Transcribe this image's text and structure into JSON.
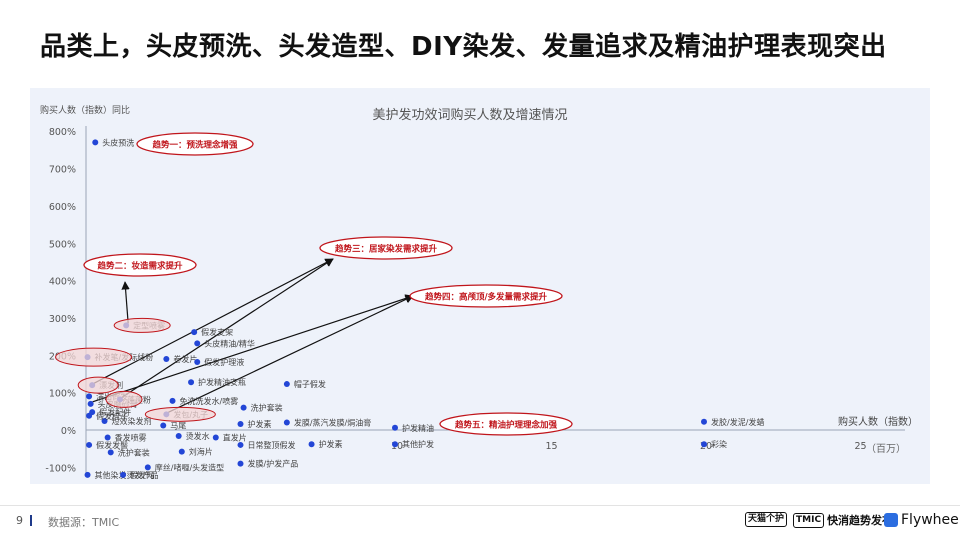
{
  "page": {
    "title": "品类上，头皮预洗、头发造型、DIY染发、发量追求及精油护理表现突出",
    "page_number": "9",
    "source": "数据源：TMIC",
    "logos": [
      "天猫个护",
      "TMIC",
      "快消趋势发布",
      "Flywheel"
    ]
  },
  "chart_data": {
    "type": "scatter",
    "title": "美护发功效词购买人数及增速情况",
    "ylabel": "购买人数（指数）同比",
    "xlabel": "购买人数（指数）",
    "x_unit": "（百万）",
    "x_ticks": [
      10,
      15,
      20,
      25
    ],
    "y_ticks": [
      "800%",
      "700%",
      "600%",
      "500%",
      "400%",
      "300%",
      "200%",
      "100%",
      "0%",
      "-100%"
    ],
    "xlim": [
      0,
      25
    ],
    "ylim": [
      -100,
      800
    ],
    "point_color": "#2346d6",
    "points": [
      {
        "label": "头皮预洗",
        "x": 0.3,
        "y": 770
      },
      {
        "label": "定型喷雾",
        "x": 1.3,
        "y": 280
      },
      {
        "label": "假发支架",
        "x": 3.5,
        "y": 262
      },
      {
        "label": "头皮精油/精华",
        "x": 3.6,
        "y": 232
      },
      {
        "label": "卷发片",
        "x": 2.6,
        "y": 190
      },
      {
        "label": "假发护理液",
        "x": 3.6,
        "y": 182
      },
      {
        "label": "补发笔/发际线粉",
        "x": 0.05,
        "y": 195
      },
      {
        "label": "护发精油安瓶",
        "x": 3.4,
        "y": 128
      },
      {
        "label": "帽子假发",
        "x": 6.5,
        "y": 123
      },
      {
        "label": "漂发剂",
        "x": 0.2,
        "y": 120
      },
      {
        "label": "演出假发",
        "x": 0.1,
        "y": 90
      },
      {
        "label": "头皮磨砂膏",
        "x": 0.15,
        "y": 70
      },
      {
        "label": "蓬蓬粉",
        "x": 1.1,
        "y": 82
      },
      {
        "label": "免洗洗发水/喷雾",
        "x": 2.8,
        "y": 78
      },
      {
        "label": "洗护套装",
        "x": 5.1,
        "y": 60
      },
      {
        "label": "假发配件",
        "x": 0.2,
        "y": 48
      },
      {
        "label": "发包/丸子",
        "x": 2.6,
        "y": 42
      },
      {
        "label": "短效染发剂",
        "x": 0.6,
        "y": 24
      },
      {
        "label": "假发梳子",
        "x": 0.1,
        "y": 38
      },
      {
        "label": "马尾",
        "x": 2.5,
        "y": 12
      },
      {
        "label": "护发素",
        "x": 5.0,
        "y": 16
      },
      {
        "label": "发膜/蒸汽发膜/焗油膏",
        "x": 6.5,
        "y": 20
      },
      {
        "label": "护发精油",
        "x": 10.0,
        "y": 6
      },
      {
        "label": "发胶/发泥/发蜡",
        "x": 20.0,
        "y": 22
      },
      {
        "label": "烫发水",
        "x": 3.0,
        "y": -16
      },
      {
        "label": "香发喷雾",
        "x": 0.7,
        "y": -20
      },
      {
        "label": "直发片",
        "x": 4.2,
        "y": -20
      },
      {
        "label": "假发发髻",
        "x": 0.1,
        "y": -40
      },
      {
        "label": "日常整顶假发",
        "x": 5.0,
        "y": -40
      },
      {
        "label": "护发素",
        "x": 7.3,
        "y": -38
      },
      {
        "label": "其他护发",
        "x": 10.0,
        "y": -38
      },
      {
        "label": "彩染",
        "x": 20.0,
        "y": -38
      },
      {
        "label": "刘海片",
        "x": 3.1,
        "y": -58
      },
      {
        "label": "洗护套装",
        "x": 0.8,
        "y": -60
      },
      {
        "label": "发膜/护发产品",
        "x": 5.0,
        "y": -90
      },
      {
        "label": "摩丝/啫喱/头发造型",
        "x": 2.0,
        "y": -100
      },
      {
        "label": "其他染发烫发产品",
        "x": 0.05,
        "y": -120
      },
      {
        "label": "假发网",
        "x": 1.2,
        "y": -120
      }
    ],
    "trends": [
      {
        "label": "趋势一：预洗理念增强"
      },
      {
        "label": "趋势二：妆造需求提升"
      },
      {
        "label": "趋势三：居家染发需求提升"
      },
      {
        "label": "趋势四：高颅顶/多发量需求提升"
      },
      {
        "label": "趋势五：精油护理理念加强"
      }
    ],
    "trend_color": "#c0151b"
  }
}
